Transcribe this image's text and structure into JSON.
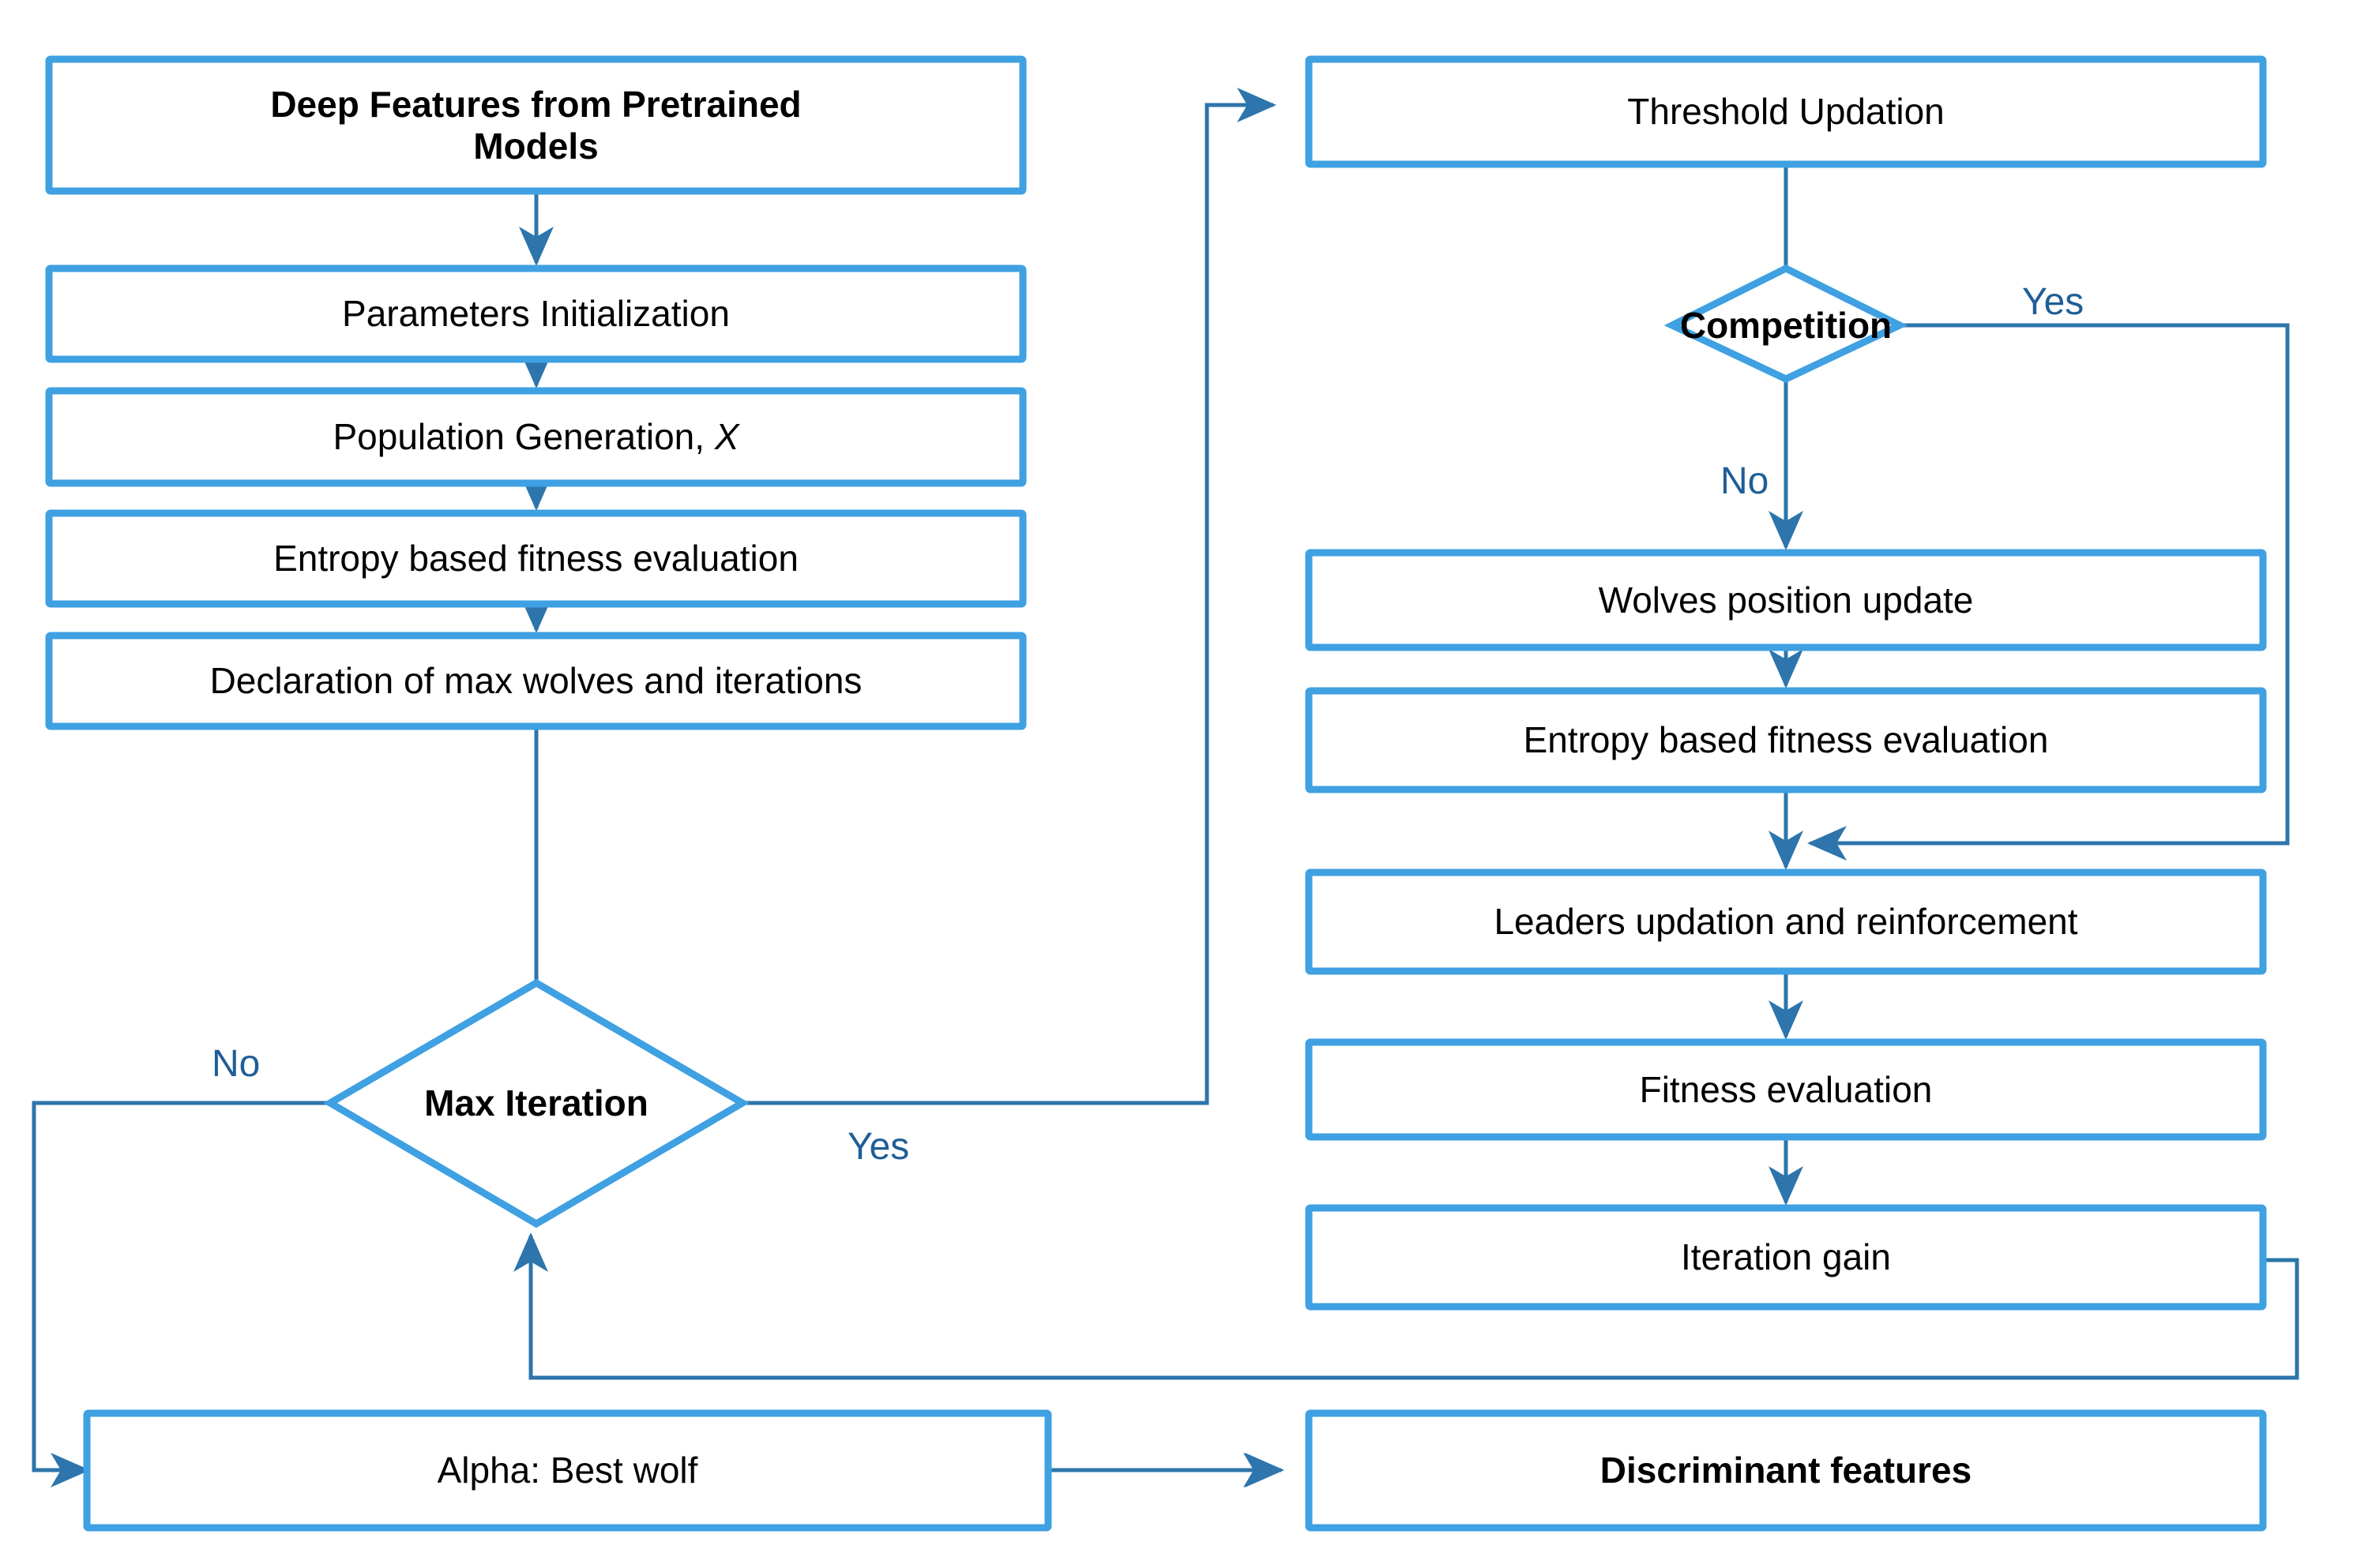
{
  "diagram": {
    "type": "flowchart",
    "title": "Grey Wolf Optimization based deep feature selection flowchart",
    "colors": {
      "box_border": "#3FA0E2",
      "box_fill": "#FFFFFF",
      "connector": "#2D75AC",
      "decision_border": "#3FA0E2",
      "label_text": "#1F5E96",
      "node_text": "#000000"
    },
    "nodes": [
      {
        "id": "deep_features",
        "shape": "process",
        "bold": true,
        "line1": "Deep Features from Pretrained",
        "line2": "Models"
      },
      {
        "id": "params_init",
        "shape": "process",
        "bold": false,
        "label": "Parameters Initialization"
      },
      {
        "id": "population_gen",
        "shape": "process",
        "bold": false,
        "label_pre": "Population Generation, ",
        "label_italic": "X"
      },
      {
        "id": "entropy_fit_1",
        "shape": "process",
        "bold": false,
        "label": "Entropy based fitness evaluation"
      },
      {
        "id": "declaration",
        "shape": "process",
        "bold": false,
        "label": "Declaration of max wolves and iterations"
      },
      {
        "id": "max_iteration",
        "shape": "decision",
        "bold": true,
        "label": "Max Iteration"
      },
      {
        "id": "alpha_best_wolf",
        "shape": "process",
        "bold": false,
        "label": "Alpha: Best wolf"
      },
      {
        "id": "threshold_upd",
        "shape": "process",
        "bold": false,
        "label": "Threshold Updation"
      },
      {
        "id": "competition",
        "shape": "decision",
        "bold": true,
        "label": "Competition"
      },
      {
        "id": "wolves_pos",
        "shape": "process",
        "bold": false,
        "label": "Wolves position update"
      },
      {
        "id": "entropy_fit_2",
        "shape": "process",
        "bold": false,
        "label": "Entropy based fitness evaluation"
      },
      {
        "id": "leaders_upd",
        "shape": "process",
        "bold": false,
        "label": "Leaders updation and reinforcement"
      },
      {
        "id": "fitness_eval",
        "shape": "process",
        "bold": false,
        "label": "Fitness evaluation"
      },
      {
        "id": "iteration_gain",
        "shape": "process",
        "bold": false,
        "label": "Iteration gain"
      },
      {
        "id": "discriminant",
        "shape": "process",
        "bold": true,
        "label": "Discriminant features"
      }
    ],
    "branch_labels": [
      {
        "id": "max_iteration_no",
        "text": "No",
        "from": "max_iteration",
        "to": "alpha_best_wolf"
      },
      {
        "id": "max_iteration_yes",
        "text": "Yes",
        "from": "max_iteration",
        "to": "threshold_upd"
      },
      {
        "id": "competition_yes",
        "text": "Yes",
        "from": "competition",
        "to": "leaders_upd"
      },
      {
        "id": "competition_no",
        "text": "No",
        "from": "competition",
        "to": "wolves_pos"
      }
    ],
    "edges": [
      {
        "from": "deep_features",
        "to": "params_init",
        "label": ""
      },
      {
        "from": "params_init",
        "to": "population_gen",
        "label": ""
      },
      {
        "from": "population_gen",
        "to": "entropy_fit_1",
        "label": ""
      },
      {
        "from": "entropy_fit_1",
        "to": "declaration",
        "label": ""
      },
      {
        "from": "declaration",
        "to": "max_iteration",
        "label": ""
      },
      {
        "from": "max_iteration",
        "to": "alpha_best_wolf",
        "label": "No"
      },
      {
        "from": "max_iteration",
        "to": "threshold_upd",
        "label": "Yes"
      },
      {
        "from": "threshold_upd",
        "to": "competition",
        "label": ""
      },
      {
        "from": "competition",
        "to": "wolves_pos",
        "label": "No"
      },
      {
        "from": "competition",
        "to": "leaders_upd",
        "label": "Yes"
      },
      {
        "from": "wolves_pos",
        "to": "entropy_fit_2",
        "label": ""
      },
      {
        "from": "entropy_fit_2",
        "to": "leaders_upd",
        "label": ""
      },
      {
        "from": "leaders_upd",
        "to": "fitness_eval",
        "label": ""
      },
      {
        "from": "fitness_eval",
        "to": "iteration_gain",
        "label": ""
      },
      {
        "from": "iteration_gain",
        "to": "max_iteration",
        "label": ""
      },
      {
        "from": "alpha_best_wolf",
        "to": "discriminant",
        "label": ""
      },
      {
        "from": "iteration_gain",
        "to": "discriminant",
        "label": ""
      }
    ]
  }
}
